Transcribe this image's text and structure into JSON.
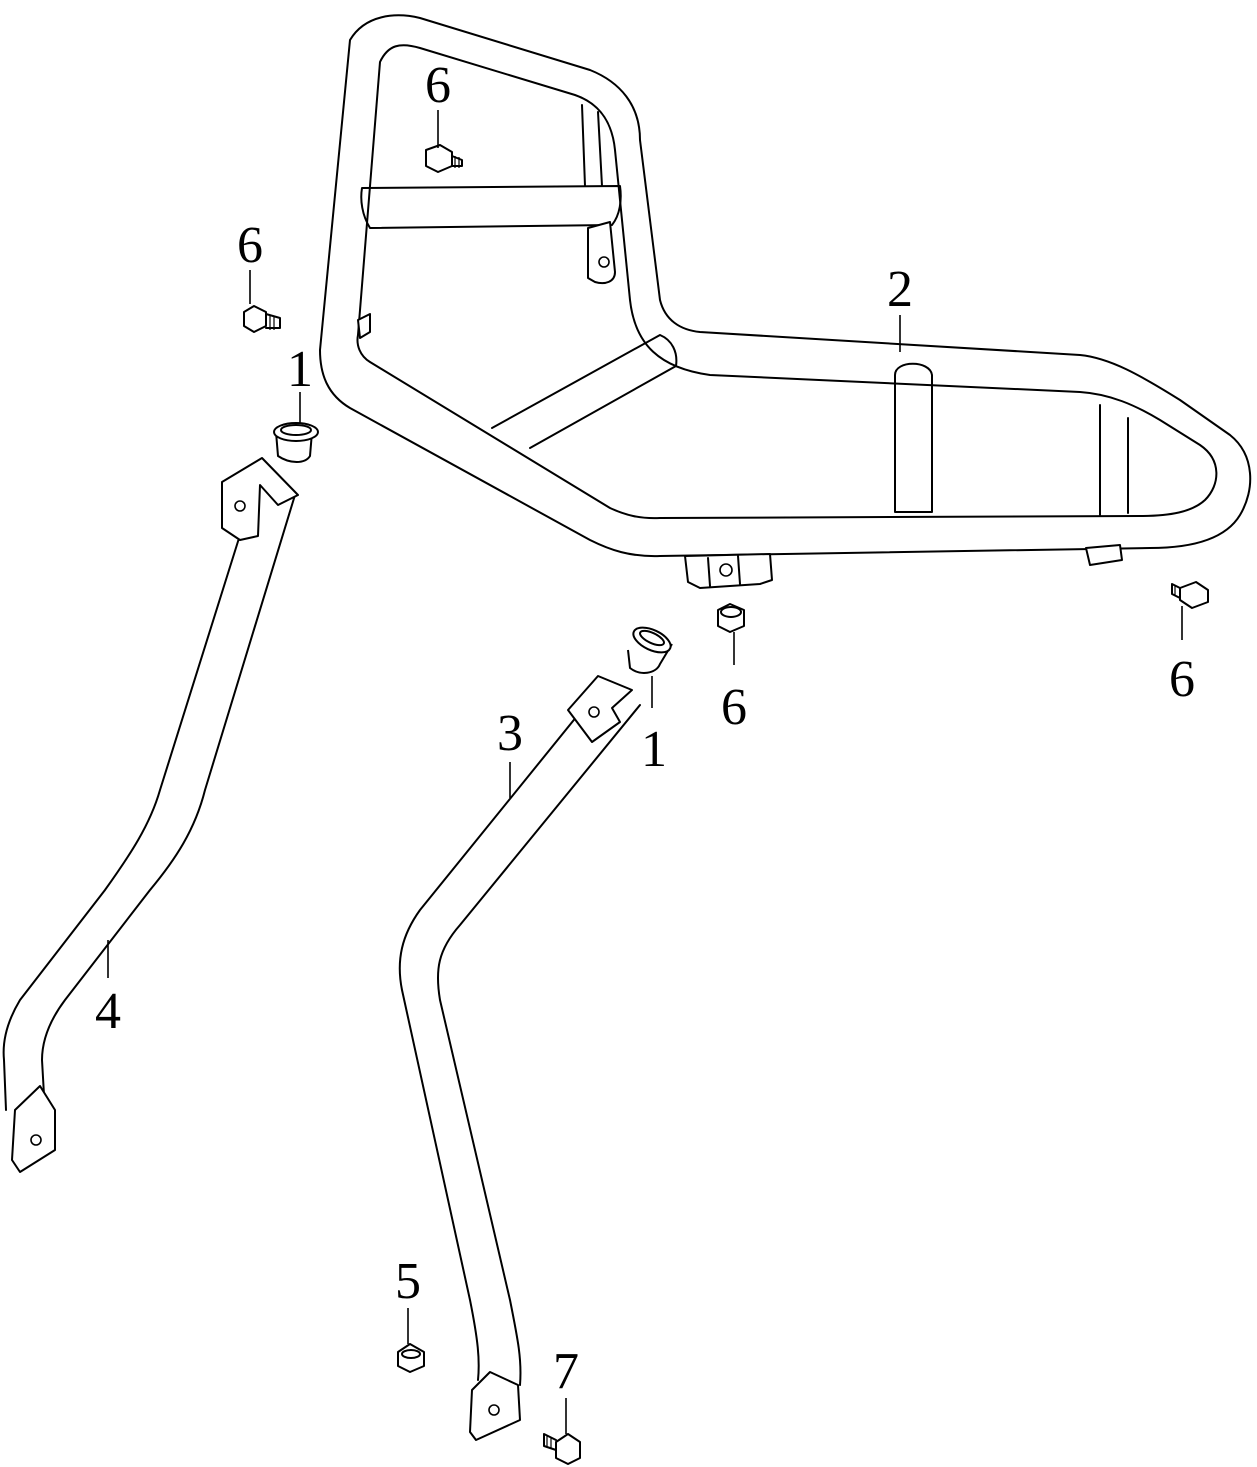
{
  "callouts": [
    {
      "id": "c-6a",
      "label": "6"
    },
    {
      "id": "c-6b",
      "label": "6"
    },
    {
      "id": "c-1a",
      "label": "1"
    },
    {
      "id": "c-2",
      "label": "2"
    },
    {
      "id": "c-6c",
      "label": "6"
    },
    {
      "id": "c-6d",
      "label": "6"
    },
    {
      "id": "c-3",
      "label": "3"
    },
    {
      "id": "c-1b",
      "label": "1"
    },
    {
      "id": "c-4",
      "label": "4"
    },
    {
      "id": "c-5",
      "label": "5"
    },
    {
      "id": "c-7",
      "label": "7"
    }
  ]
}
